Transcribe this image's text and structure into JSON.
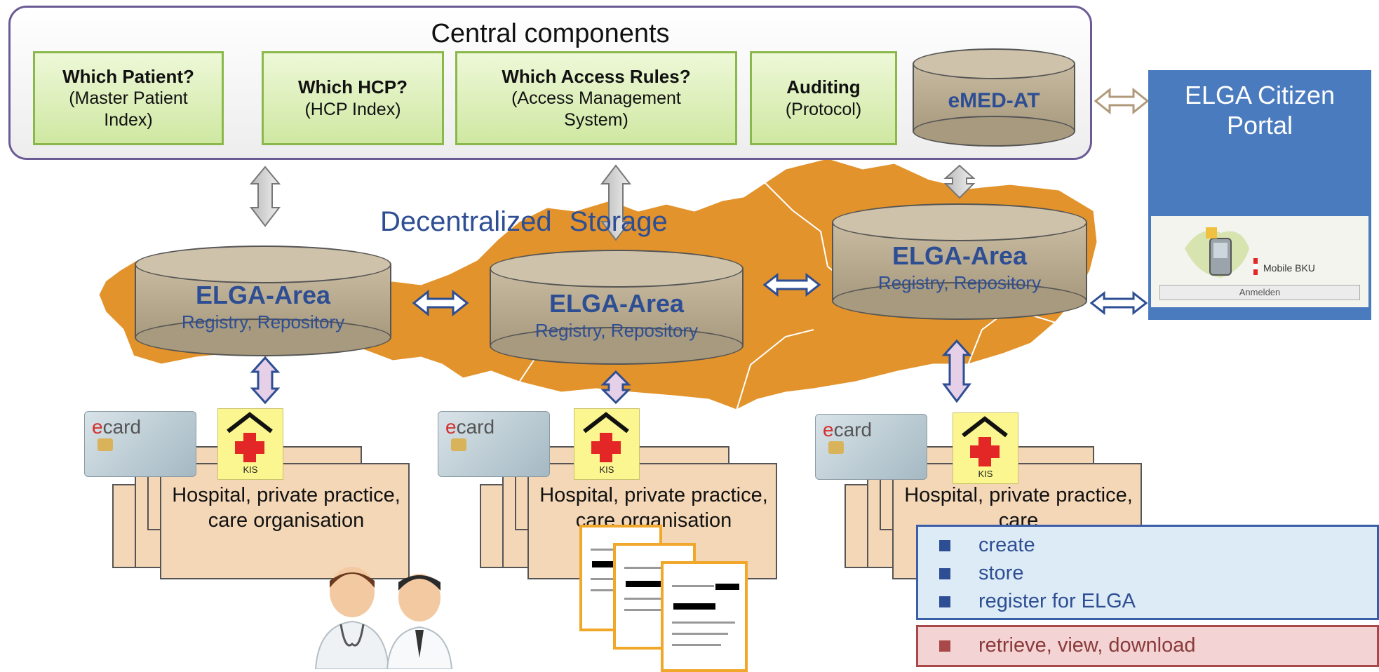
{
  "central": {
    "title": "Central components",
    "boxes": [
      {
        "head": "Which Patient?",
        "sub": "(Master Patient Index)"
      },
      {
        "head": "Which HCP?",
        "sub": "(HCP Index)"
      },
      {
        "head": "Which Access Rules?",
        "sub": "(Access Management System)"
      },
      {
        "head": "Auditing",
        "sub": "(Protocol)"
      }
    ],
    "emed": "eMED-AT"
  },
  "storage_label": "Decentralized Storage",
  "areas": [
    {
      "title": "ELGA-Area",
      "sub": "Registry, Repository"
    },
    {
      "title": "ELGA-Area",
      "sub": "Registry, Repository"
    },
    {
      "title": "ELGA-Area",
      "sub": "Registry, Repository"
    }
  ],
  "providers": [
    {
      "text": "Hospital, private practice, care organisation"
    },
    {
      "text": "Hospital, private practice, care organisation"
    },
    {
      "text": "Hospital, private practice, care"
    }
  ],
  "ecard": {
    "e": "e",
    "rest": "card"
  },
  "kis_label": "KIS",
  "portal": {
    "title": "ELGA Citizen Portal",
    "mobile": "Mobile BKU",
    "login": "Anmelden"
  },
  "legend": {
    "blue": [
      "create",
      "store",
      "register for ELGA"
    ],
    "red": "retrieve, view, download"
  },
  "colors": {
    "map": "#e2932b",
    "central_border": "#6b5b95",
    "green_box": "#cfe8a2",
    "cylinder": "#b8aa90",
    "area_text": "#2e4e94",
    "card": "#f4d7b7",
    "portal": "#4a7bbf",
    "legend_blue": "#dcebf5",
    "legend_red": "#f3d3d3"
  }
}
